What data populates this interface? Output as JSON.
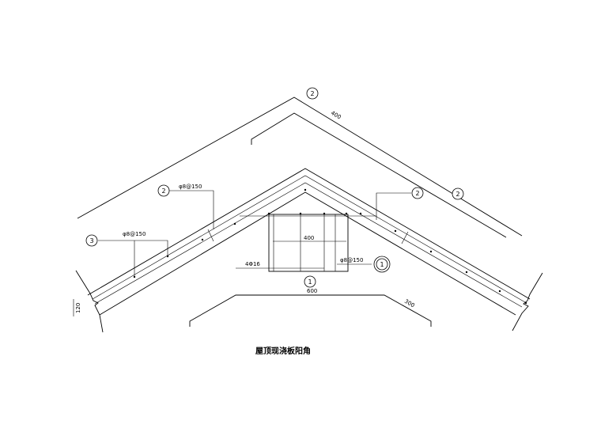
{
  "title": "屋顶现浇板阳角",
  "callouts": {
    "top_left": "2",
    "top_center": "2",
    "right_inner": "2",
    "right_outer": "2",
    "left": "3",
    "bottom_center": "1",
    "beam_right": "1"
  },
  "dimensions": {
    "top_run": "400",
    "beam_width": "400",
    "bottom_run": "600",
    "bottom_side": "300",
    "thickness": "120"
  },
  "rebar": {
    "upper_left": "φ8@150",
    "left_mid": "φ8@150",
    "beam_bars": "4Φ16",
    "stirrup": "φ8@150"
  }
}
